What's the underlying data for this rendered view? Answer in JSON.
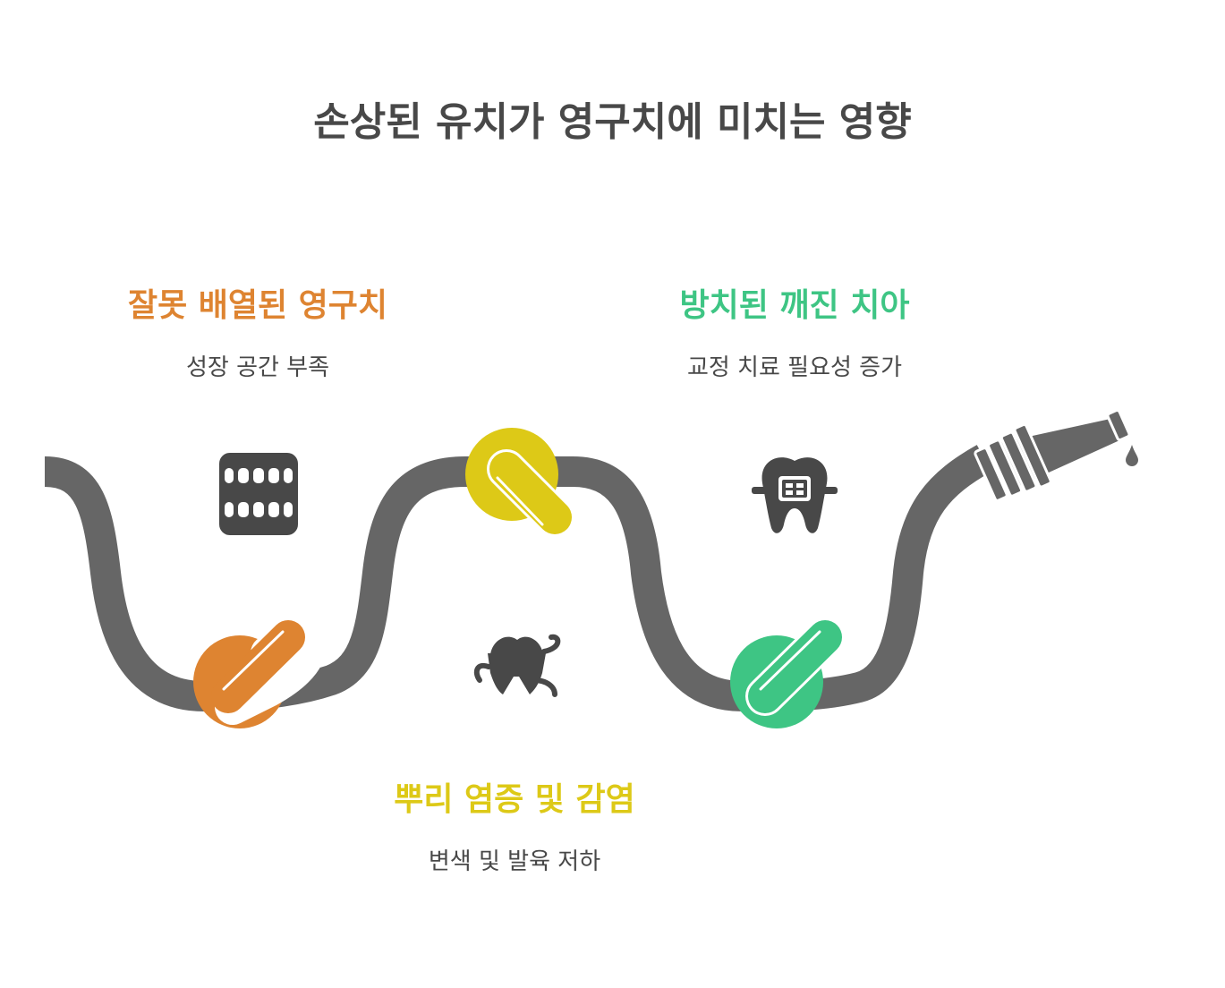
{
  "title": "손상된 유치가 영구치에 미치는 영향",
  "items": [
    {
      "heading": "잘못 배열된 영구치",
      "sub": "성장 공간 부족",
      "color": "#DE8431",
      "icon": "teeth-rows-icon"
    },
    {
      "heading": "방치된 깨진 치아",
      "sub": "교정 치료 필요성 증가",
      "color": "#3EC584",
      "icon": "tooth-braces-icon"
    },
    {
      "heading": "뿌리 염증 및 감염",
      "sub": "변색 및 발육 저하",
      "color": "#DDC917",
      "icon": "tooth-roots-icon"
    }
  ],
  "colors": {
    "hose": "#666666",
    "text": "#484848"
  }
}
